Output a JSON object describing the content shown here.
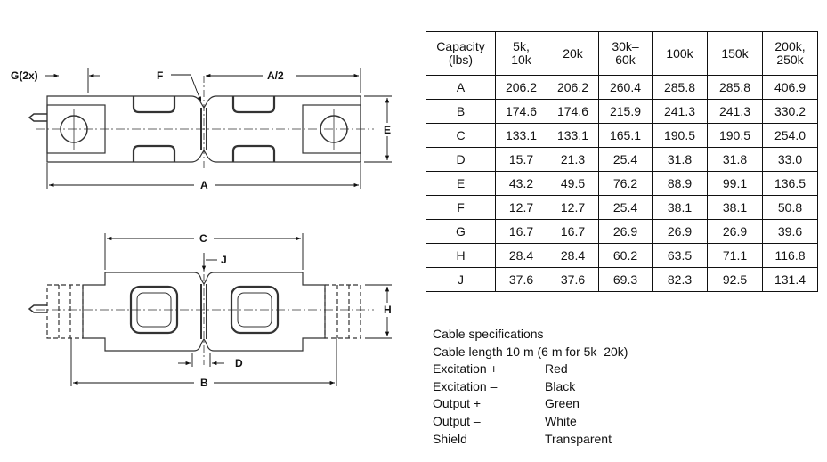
{
  "drawing": {
    "top_view_labels": {
      "g": "G(2x)",
      "f": "F",
      "a_half": "A/2",
      "e": "E",
      "a": "A"
    },
    "side_view_labels": {
      "c": "C",
      "j": "J",
      "h": "H",
      "d": "D",
      "b": "B"
    }
  },
  "table": {
    "header": [
      "Capacity\n(lbs)",
      "5k,\n10k",
      "20k",
      "30k–\n60k",
      "100k",
      "150k",
      "200k,\n250k"
    ],
    "rows": [
      [
        "A",
        "206.2",
        "206.2",
        "260.4",
        "285.8",
        "285.8",
        "406.9"
      ],
      [
        "B",
        "174.6",
        "174.6",
        "215.9",
        "241.3",
        "241.3",
        "330.2"
      ],
      [
        "C",
        "133.1",
        "133.1",
        "165.1",
        "190.5",
        "190.5",
        "254.0"
      ],
      [
        "D",
        "15.7",
        "21.3",
        "25.4",
        "31.8",
        "31.8",
        "33.0"
      ],
      [
        "E",
        "43.2",
        "49.5",
        "76.2",
        "88.9",
        "99.1",
        "136.5"
      ],
      [
        "F",
        "12.7",
        "12.7",
        "25.4",
        "38.1",
        "38.1",
        "50.8"
      ],
      [
        "G",
        "16.7",
        "16.7",
        "26.9",
        "26.9",
        "26.9",
        "39.6"
      ],
      [
        "H",
        "28.4",
        "28.4",
        "60.2",
        "63.5",
        "71.1",
        "116.8"
      ],
      [
        "J",
        "37.6",
        "37.6",
        "69.3",
        "82.3",
        "92.5",
        "131.4"
      ]
    ]
  },
  "cable": {
    "title": "Cable specifications",
    "length": "Cable length 10 m (6 m for 5k–20k)",
    "wires": [
      {
        "signal": "Excitation +",
        "color": "Red"
      },
      {
        "signal": "Excitation –",
        "color": "Black"
      },
      {
        "signal": "Output +",
        "color": "Green"
      },
      {
        "signal": "Output –",
        "color": "White"
      },
      {
        "signal": "Shield",
        "color": "Transparent"
      }
    ]
  }
}
